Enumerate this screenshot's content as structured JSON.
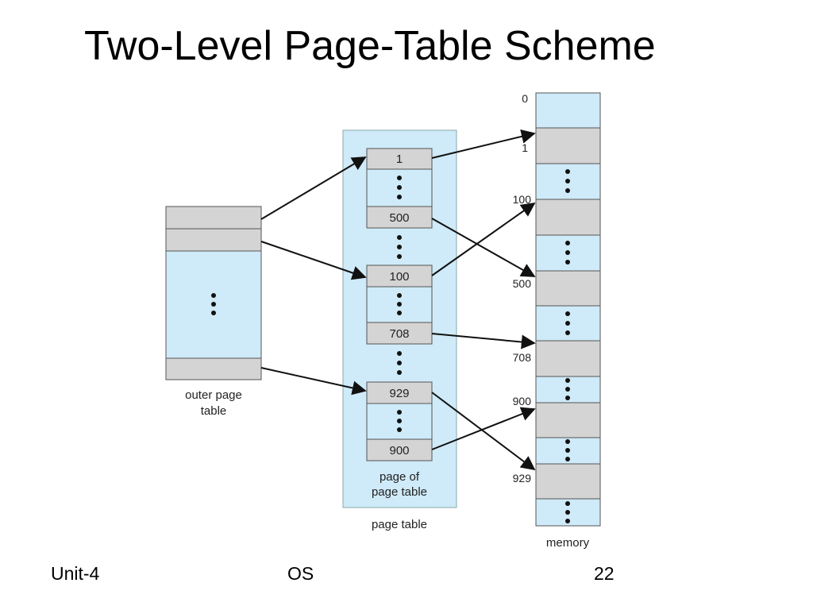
{
  "slide": {
    "title": "Two-Level Page-Table Scheme",
    "footer_left": "Unit-4",
    "footer_center": "OS",
    "footer_right": "22"
  },
  "diagram": {
    "outer_table_label": [
      "outer page",
      "table"
    ],
    "page_of_page_table_label": [
      "page of",
      "page table"
    ],
    "page_table_label": "page table",
    "memory_label": "memory",
    "entries": [
      "1",
      "500",
      "100",
      "708",
      "929",
      "900"
    ],
    "memory_addresses": [
      "0",
      "1",
      "100",
      "500",
      "708",
      "900",
      "929"
    ]
  },
  "colors": {
    "light_blue": "#cfeaf8",
    "gray": "#d4d4d4",
    "border": "#555555",
    "arrow": "#111111"
  }
}
